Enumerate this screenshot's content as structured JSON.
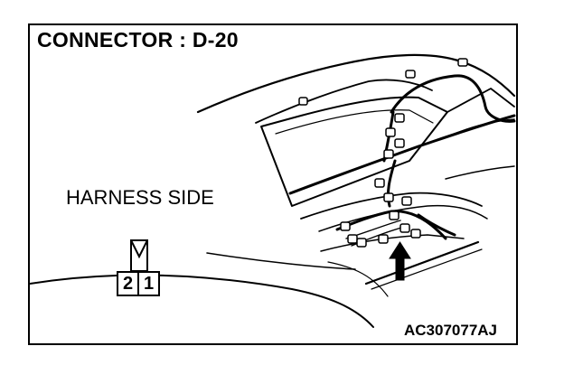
{
  "diagram": {
    "title": "CONNECTOR : D-20",
    "view_label": "HARNESS SIDE",
    "figure_code": "AC307077AJ",
    "connector": {
      "pins": [
        "2",
        "1"
      ]
    }
  }
}
